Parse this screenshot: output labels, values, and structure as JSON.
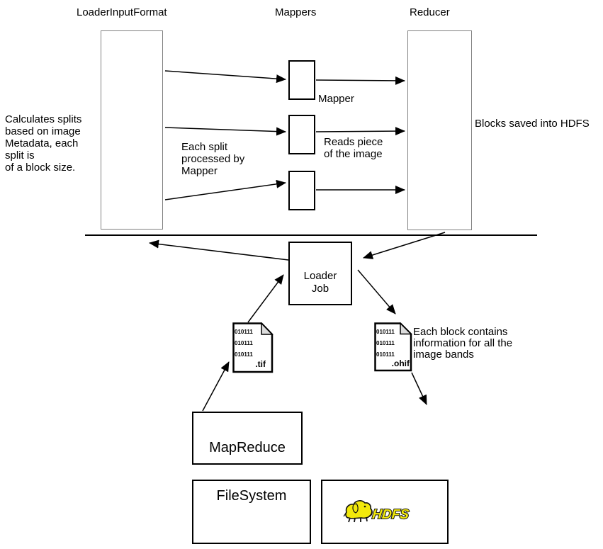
{
  "titles": {
    "loader_input_format": "LoaderInputFormat",
    "mappers": "Mappers",
    "reducer": "Reducer"
  },
  "notes": {
    "calculates_splits": "Calculates splits\nbased on image\nMetadata, each\nsplit is\nof a block size.",
    "each_split": "Each split\nprocessed by\nMapper",
    "mapper": "Mapper",
    "reads_piece": "Reads piece\nof the image",
    "blocks_saved": "Blocks saved into HDFS",
    "each_block": "Each block contains\ninformation for all the\nimage bands"
  },
  "boxes": {
    "loader_job": "Loader\nJob",
    "mapreduce": "MapReduce",
    "filesystem": "FileSystem"
  },
  "files": {
    "tif": {
      "icon": "document-file-icon",
      "binary_lines": "010111\n010111\n010111",
      "extension": ".tif"
    },
    "ohif": {
      "icon": "document-file-icon",
      "binary_lines": "010111\n010111\n010111",
      "extension": ".ohif"
    }
  },
  "hdfs_logo": {
    "icon": "hadoop-elephant-icon",
    "text": "HDFS",
    "yellow": "#f2e90c",
    "outline": "#111111"
  },
  "colors": {
    "tall_box_border": "#808080",
    "black_box_border": "#000000",
    "fold_fill": "#dcdcdc",
    "line_color": "#000000"
  }
}
